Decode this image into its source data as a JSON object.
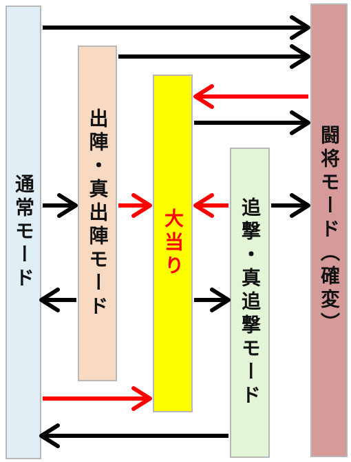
{
  "colors": {
    "normal_bg": "#dfeef4",
    "sortie_bg": "#f8d9c2",
    "jackpot_bg": "#ffff00",
    "chase_bg": "#e2f5d6",
    "fight_bg": "#d79a9a",
    "text": "#111111",
    "jackpot_text": "#ff0000",
    "arrow_black": "#000000",
    "arrow_red": "#ff0000"
  },
  "boxes": {
    "normal": "通常モード",
    "sortie": "出陣・真出陣モード",
    "jackpot": "大当り",
    "chase": "追撃・真追撃モード",
    "fight": "闘将モード（確変）"
  },
  "arrows": [
    {
      "from": "normal",
      "to": "fight",
      "color": "black"
    },
    {
      "from": "sortie",
      "to": "fight",
      "color": "black"
    },
    {
      "from": "fight",
      "to": "jackpot",
      "color": "red"
    },
    {
      "from": "jackpot",
      "to": "fight",
      "color": "black"
    },
    {
      "from": "normal",
      "to": "sortie",
      "color": "black"
    },
    {
      "from": "sortie",
      "to": "jackpot",
      "color": "red"
    },
    {
      "from": "chase",
      "to": "jackpot",
      "color": "red"
    },
    {
      "from": "chase",
      "to": "fight",
      "color": "black"
    },
    {
      "from": "sortie",
      "to": "normal",
      "color": "black"
    },
    {
      "from": "jackpot",
      "to": "chase",
      "color": "black"
    },
    {
      "from": "normal",
      "to": "jackpot",
      "color": "red"
    },
    {
      "from": "chase",
      "to": "normal",
      "color": "black"
    }
  ]
}
